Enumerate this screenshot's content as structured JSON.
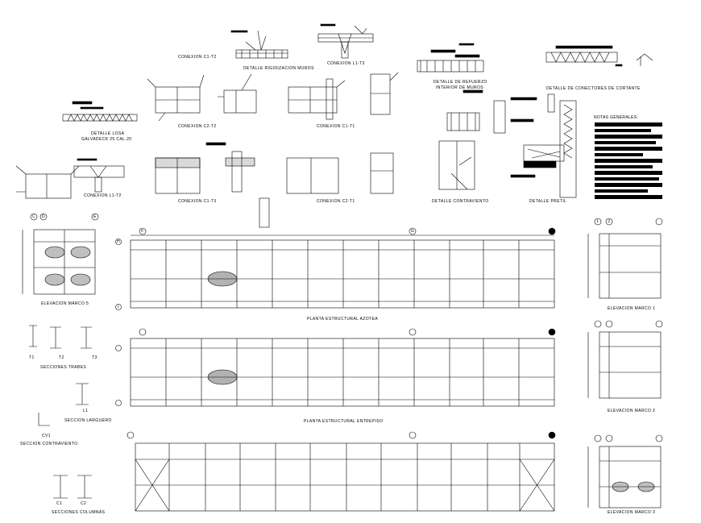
{
  "sheet": {
    "details": {
      "conexion_c1_t2_top": "CONEXION C1-T2",
      "detalle_rigidizacion_muros": "DETALLE RIGIDIZACION MUROS",
      "conexion_l1_t3_top": "CONEXION L1-T3",
      "detalle_refuerzo_l1": "DETALLE DE REFUERZO",
      "detalle_refuerzo_l2": "INTERIOR DE MUROS",
      "detalle_conectores": "DETALLE DE CONECTORES DE CORTANTE",
      "detalle_losa_l1": "DETALLE LOSA",
      "detalle_losa_l2": "GALVADECK 25 CAL.20",
      "conexion_c2_t2": "CONEXION C2-T2",
      "conexion_c1_t1": "CONEXION C1-T1",
      "conexion_l1_t2": "CONEXION L1-T2",
      "conexion_c1_t3": "CONEXION C1-T3",
      "conexion_c2_t1": "CONEXION C2-T1",
      "detalle_contraviento": "DETALLE CONTRAVIENTO",
      "detalle_pretil": "DETALLE PRETIL"
    },
    "notes": {
      "title": "NOTAS GENERALES:"
    },
    "views": {
      "elevacion_marco_5": "ELEVACION MARCO 5",
      "planta_azotea": "PLANTA ESTRUCTURAL AZOTEA",
      "elevacion_marco_1": "ELEVACION MARCO 1",
      "secciones_trabes": "SECCIONES TRABES",
      "planta_entrepiso": "PLANTA ESTRUCTURAL ENTREPISO",
      "elevacion_marco_2": "ELEVACION MARCO 2",
      "seccion_larguero": "SECCION LARGUERO",
      "seccion_contraviento": "SECCION CONTRAVIENTO",
      "secciones_columnas": "SECCIONES COLUMNAS",
      "elevacion_marco_3": "ELEVACION MARCO 3"
    },
    "section_tags": {
      "t1": "T1",
      "t2": "T2",
      "t3": "T3",
      "l1": "L1",
      "cv1": "CV1",
      "c1": "C1",
      "c2": "C2"
    },
    "grid_bubbles": {
      "c": "C",
      "d": "D",
      "e": "E",
      "f": "F",
      "g": "G",
      "h": "H",
      "i": "I",
      "n1": "1",
      "n2": "2"
    },
    "colors": {
      "line": "#000000",
      "background": "#ffffff"
    }
  }
}
